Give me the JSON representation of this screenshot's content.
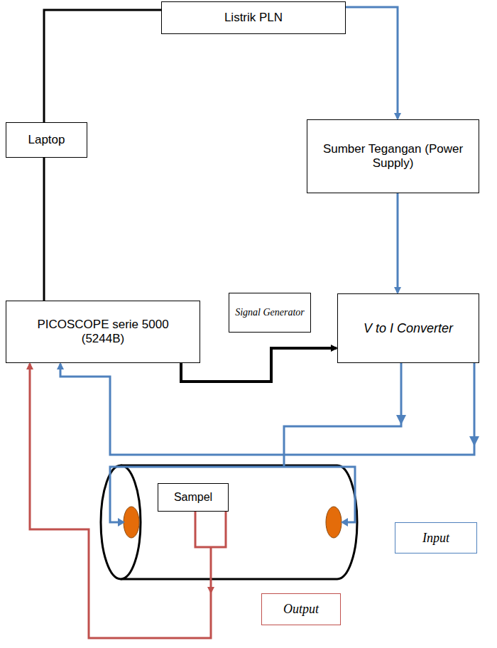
{
  "diagram": {
    "nodes": [
      {
        "text": [
          "Listrik PLN"
        ]
      },
      {
        "text": [
          "Laptop"
        ]
      },
      {
        "text": [
          "Sumber Tegangan (Power Supply)"
        ]
      },
      {
        "text": [
          "PICOSCOPE serie 5000 (5244B)"
        ]
      },
      {
        "text": [
          "Signal Generator"
        ]
      },
      {
        "text": [
          "V to I Converter"
        ]
      },
      {
        "text": [
          "Sampel"
        ]
      },
      {
        "text": [
          "Input"
        ]
      },
      {
        "text": [
          "Output"
        ]
      }
    ],
    "edges": [
      {
        "from": 0,
        "to": 1,
        "arrow": "none"
      },
      {
        "from": 0,
        "to": 2,
        "arrow": "to"
      },
      {
        "from": 1,
        "to": 3,
        "arrow": "none"
      },
      {
        "from": 2,
        "to": 5,
        "arrow": "to"
      },
      {
        "from": 3,
        "to": 5,
        "arrow": "to"
      },
      {
        "from": 5,
        "to": 3,
        "arrow": "to"
      },
      {
        "from": 5,
        "to": 6,
        "arrow": "to"
      },
      {
        "from": 6,
        "to": 8,
        "arrow": "to"
      },
      {
        "from": 6,
        "to": 3,
        "arrow": "to"
      }
    ]
  }
}
